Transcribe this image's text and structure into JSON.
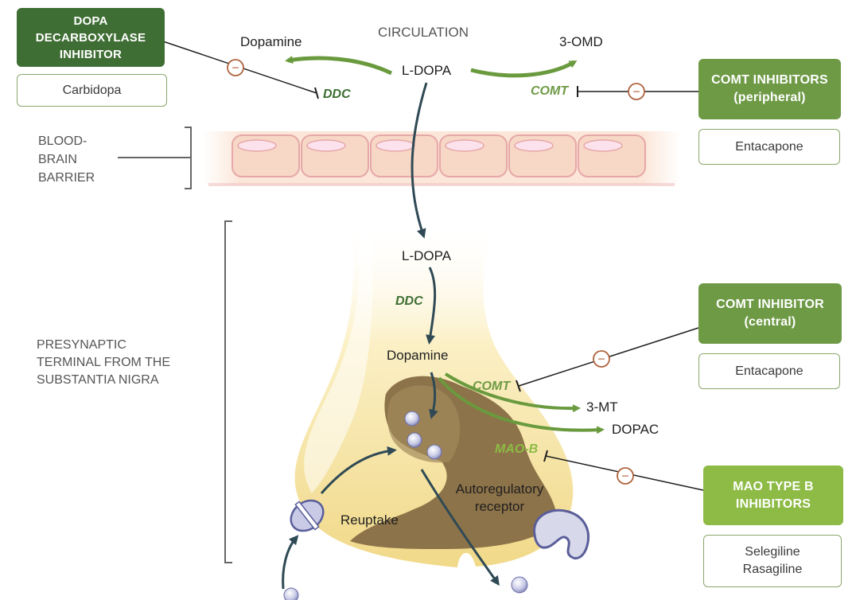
{
  "circulation_label": "CIRCULATION",
  "dopa_inhibitor": {
    "header": "DOPA\nDECARBOXYLASE\nINHIBITOR",
    "drug": "Carbidopa"
  },
  "comt_peripheral": {
    "header": "COMT INHIBITORS\n(peripheral)",
    "drug": "Entacapone"
  },
  "comt_central": {
    "header": "COMT INHIBITOR\n(central)",
    "drug": "Entacapone"
  },
  "mao_b": {
    "header": "MAO TYPE B\nINHIBITORS",
    "drug": "Selegiline\nRasagiline"
  },
  "circulation": {
    "ldopa": "L-DOPA",
    "dopamine": "Dopamine",
    "omd": "3-OMD",
    "ddc": "DDC",
    "comt": "COMT"
  },
  "bbb_label": "BLOOD-\nBRAIN\nBARRIER",
  "presynaptic_label": "PRESYNAPTIC\nTERMINAL FROM THE\nSUBSTANTIA NIGRA",
  "terminal": {
    "ldopa": "L-DOPA",
    "ddc": "DDC",
    "dopamine": "Dopamine",
    "comt": "COMT",
    "mt": "3-MT",
    "mao_b": "MAO-B",
    "dopac": "DOPAC",
    "reuptake": "Reuptake",
    "autoreceptor": "Autoregulatory\nreceptor"
  },
  "inhibit_symbol": "−",
  "colors": {
    "dark_green": "#3f6e34",
    "mid_green": "#6e9a46",
    "light_green": "#8dbb45",
    "arrow_green": "#6a9a3e",
    "dark_arrow": "#2f4a55",
    "inhibit": "#b0643f",
    "cell_fill": "#f7d7c6",
    "cell_border": "#e6a8a8",
    "terminal_fill": "#f5e3a4",
    "vesicle_zone": "#8d7349"
  }
}
